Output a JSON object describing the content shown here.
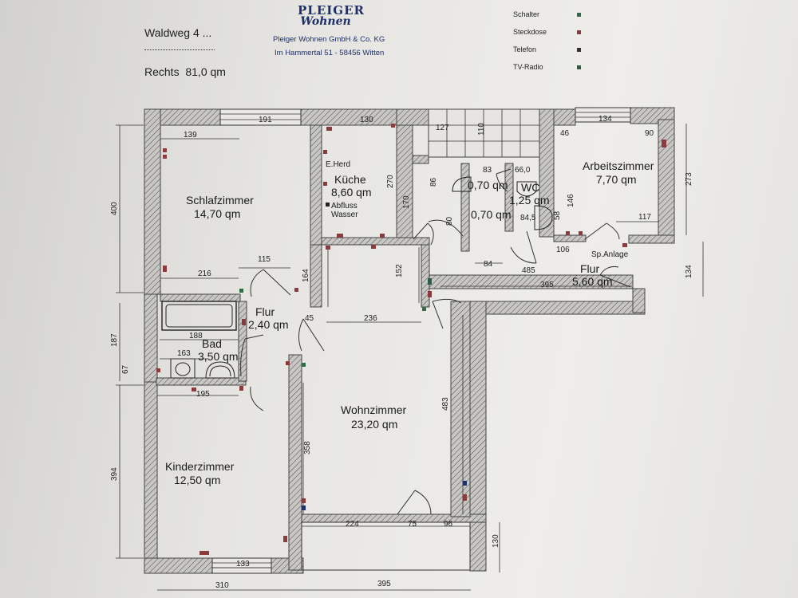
{
  "header": {
    "address": "Waldweg 4 ...",
    "unit": "Rechts  81,0 qm",
    "company_logo_top": "PLEIGER",
    "company_logo_bottom": "Wohnen",
    "company_name": "Pleiger Wohnen GmbH & Co. KG",
    "company_address": "Im Hammertal 51 - 58456 Witten"
  },
  "legend": [
    {
      "label": "Schalter",
      "color": "#2f6b44"
    },
    {
      "label": "Steckdose",
      "color": "#8a3b3b"
    },
    {
      "label": "Telefon",
      "color": "#333333"
    },
    {
      "label": "TV-Radio",
      "color": "#2f5a44"
    }
  ],
  "rooms": {
    "schlafzimmer": {
      "name": "Schlafzimmer",
      "area": "14,70 qm"
    },
    "kueche": {
      "name": "Küche",
      "area": "8,60 qm"
    },
    "arbeitszimmer": {
      "name": "Arbeitszimmer",
      "area": "7,70 qm"
    },
    "wc": {
      "name": "WC",
      "area": "1,25 qm"
    },
    "abstell_a": {
      "area": "0,70 qm"
    },
    "abstell_b": {
      "area": "0,70 qm"
    },
    "flur_klein": {
      "name": "Flur",
      "area": "2,40 qm"
    },
    "flur_gross": {
      "name": "Flur",
      "area": "5,60 qm"
    },
    "bad": {
      "name": "Bad",
      "area": "3,50 qm"
    },
    "wohnzimmer": {
      "name": "Wohnzimmer",
      "area": "23,20 qm"
    },
    "kinderzimmer": {
      "name": "Kinderzimmer",
      "area": "12,50 qm"
    }
  },
  "labels": {
    "e_herd": "E.Herd",
    "abfluss": "Abfluss",
    "wasser": "Wasser",
    "sp_anlage": "Sp.Anlage"
  },
  "dimensions": {
    "d191": "191",
    "d130a": "130",
    "d127": "127",
    "d110": "110",
    "d134a": "134",
    "d46": "46",
    "d90": "90",
    "d139": "139",
    "d400": "400",
    "d270": "270",
    "d170": "170",
    "d86": "86",
    "d83": "83",
    "d66": "66,0",
    "d273": "273",
    "d146": "146",
    "d58": "58",
    "d84_5": "84,5",
    "d80": "80",
    "d117": "117",
    "d106": "106",
    "d84": "84",
    "d485": "485",
    "d134b": "134",
    "d216": "216",
    "d115": "115",
    "d164": "164",
    "d152": "152",
    "d395a": "395",
    "d188": "188",
    "d45": "45",
    "d236": "236",
    "d187": "187",
    "d163": "163",
    "d67": "67",
    "d195": "195",
    "d358": "358",
    "d483": "483",
    "d394": "394",
    "d224": "224",
    "d75": "75",
    "d96": "96",
    "d130b": "130",
    "d133": "133",
    "d310": "310",
    "d395b": "395"
  }
}
